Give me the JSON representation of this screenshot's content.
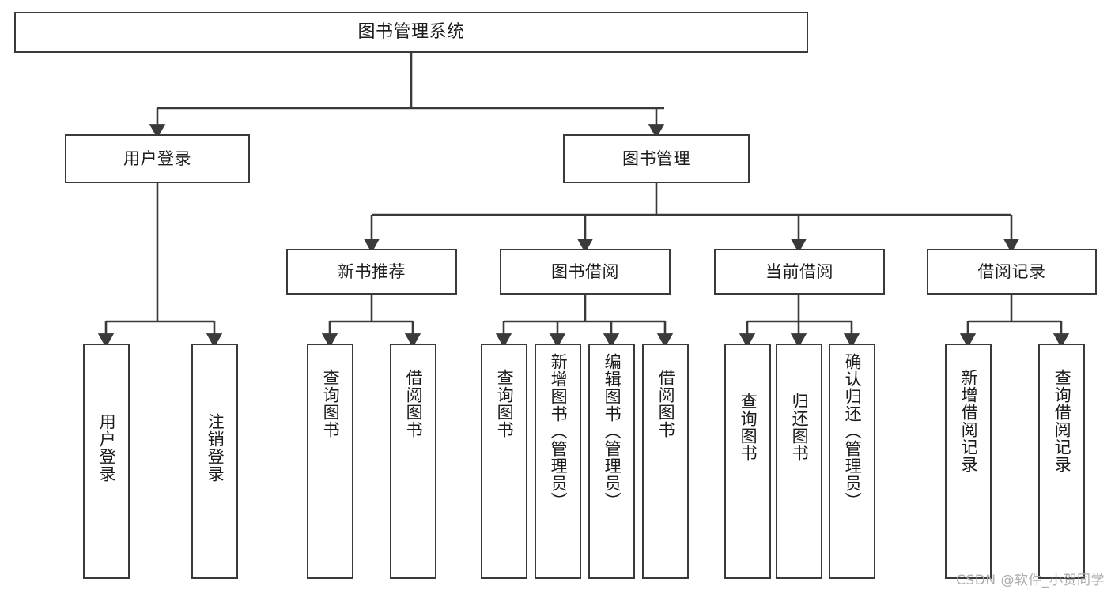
{
  "diagram": {
    "title": "图书管理系统",
    "type": "tree",
    "watermark": "CSDN @软件_小贺同学",
    "colors": {
      "stroke": "#3a3a3a",
      "fill": "#ffffff",
      "text": "#1b1b1b",
      "watermark": "#adadad"
    },
    "nodes": {
      "root": "图书管理系统",
      "level2": [
        "用户登录",
        "图书管理"
      ],
      "level3": [
        "新书推荐",
        "图书借阅",
        "当前借阅",
        "借阅记录"
      ],
      "leaves": {
        "user_login": [
          "用户登录",
          "注销登录"
        ],
        "new_book": [
          "查询图书",
          "借阅图书"
        ],
        "book_borrow": [
          "查询图书",
          "新增图书（管理员）",
          "编辑图书（管理员）",
          "借阅图书"
        ],
        "current_borrow": [
          "查询图书",
          "归还图书",
          "确认归还（管理员）"
        ],
        "borrow_record": [
          "新增借阅记录",
          "查询借阅记录"
        ]
      }
    }
  }
}
